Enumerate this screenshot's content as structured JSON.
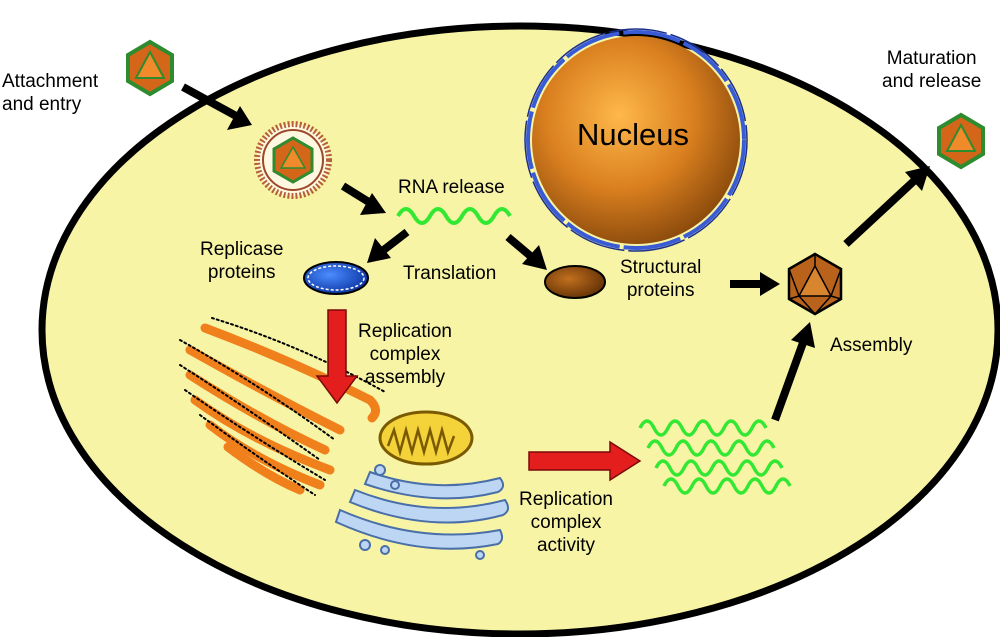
{
  "labels": {
    "attachment_line1": "Attachment",
    "attachment_line2": "and entry",
    "maturation_line1": "Maturation",
    "maturation_line2": "and release",
    "nucleus": "Nucleus",
    "rna_release": "RNA release",
    "replicase_line1": "Replicase",
    "replicase_line2": "proteins",
    "translation": "Translation",
    "structural_line1": "Structural",
    "structural_line2": "proteins",
    "assembly": "Assembly",
    "rc_assembly_line1": "Replication",
    "rc_assembly_line2": "complex",
    "rc_assembly_line3": "assembly",
    "rc_activity_line1": "Replication",
    "rc_activity_line2": "complex",
    "rc_activity_line3": "activity"
  },
  "colors": {
    "cytoplasm": "#f8f4a6",
    "cell_border": "#000000",
    "nucleus_fill": "#c8741a",
    "nuclear_envelope": "#3a5bd6",
    "virus_fill": "#d4661a",
    "virus_outline": "#2e8b2e",
    "rna": "#33e833",
    "replicase_protein": "#1f5fd6",
    "structural_protein": "#8a4a12",
    "er": "#f0801c",
    "mitochondrion": "#e0b81c",
    "golgi": "#a9c8f0",
    "red_arrow": "#e41d1d"
  }
}
